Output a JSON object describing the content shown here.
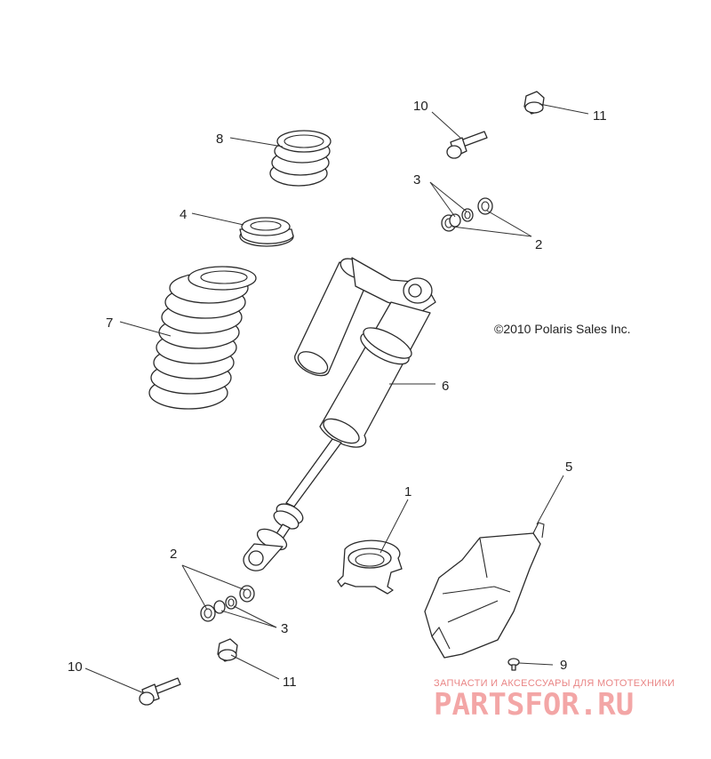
{
  "diagram": {
    "copyright": "©2010 Polaris Sales Inc.",
    "callouts": {
      "c1": "1",
      "c2_top": "2",
      "c2_bottom": "2",
      "c3_top": "3",
      "c3_bottom": "3",
      "c4": "4",
      "c5": "5",
      "c6": "6",
      "c7": "7",
      "c8": "8",
      "c9": "9",
      "c10_top": "10",
      "c10_bottom": "10",
      "c11_top": "11",
      "c11_bottom": "11"
    }
  },
  "watermark": {
    "tagline": "ЗАПЧАСТИ И АКСЕССУАРЫ ДЛЯ МОТОТЕХНИКИ",
    "brand": "PARTSFOR.RU"
  },
  "colors": {
    "line": "#2a2a2a",
    "watermark": "#f3a6a6"
  }
}
